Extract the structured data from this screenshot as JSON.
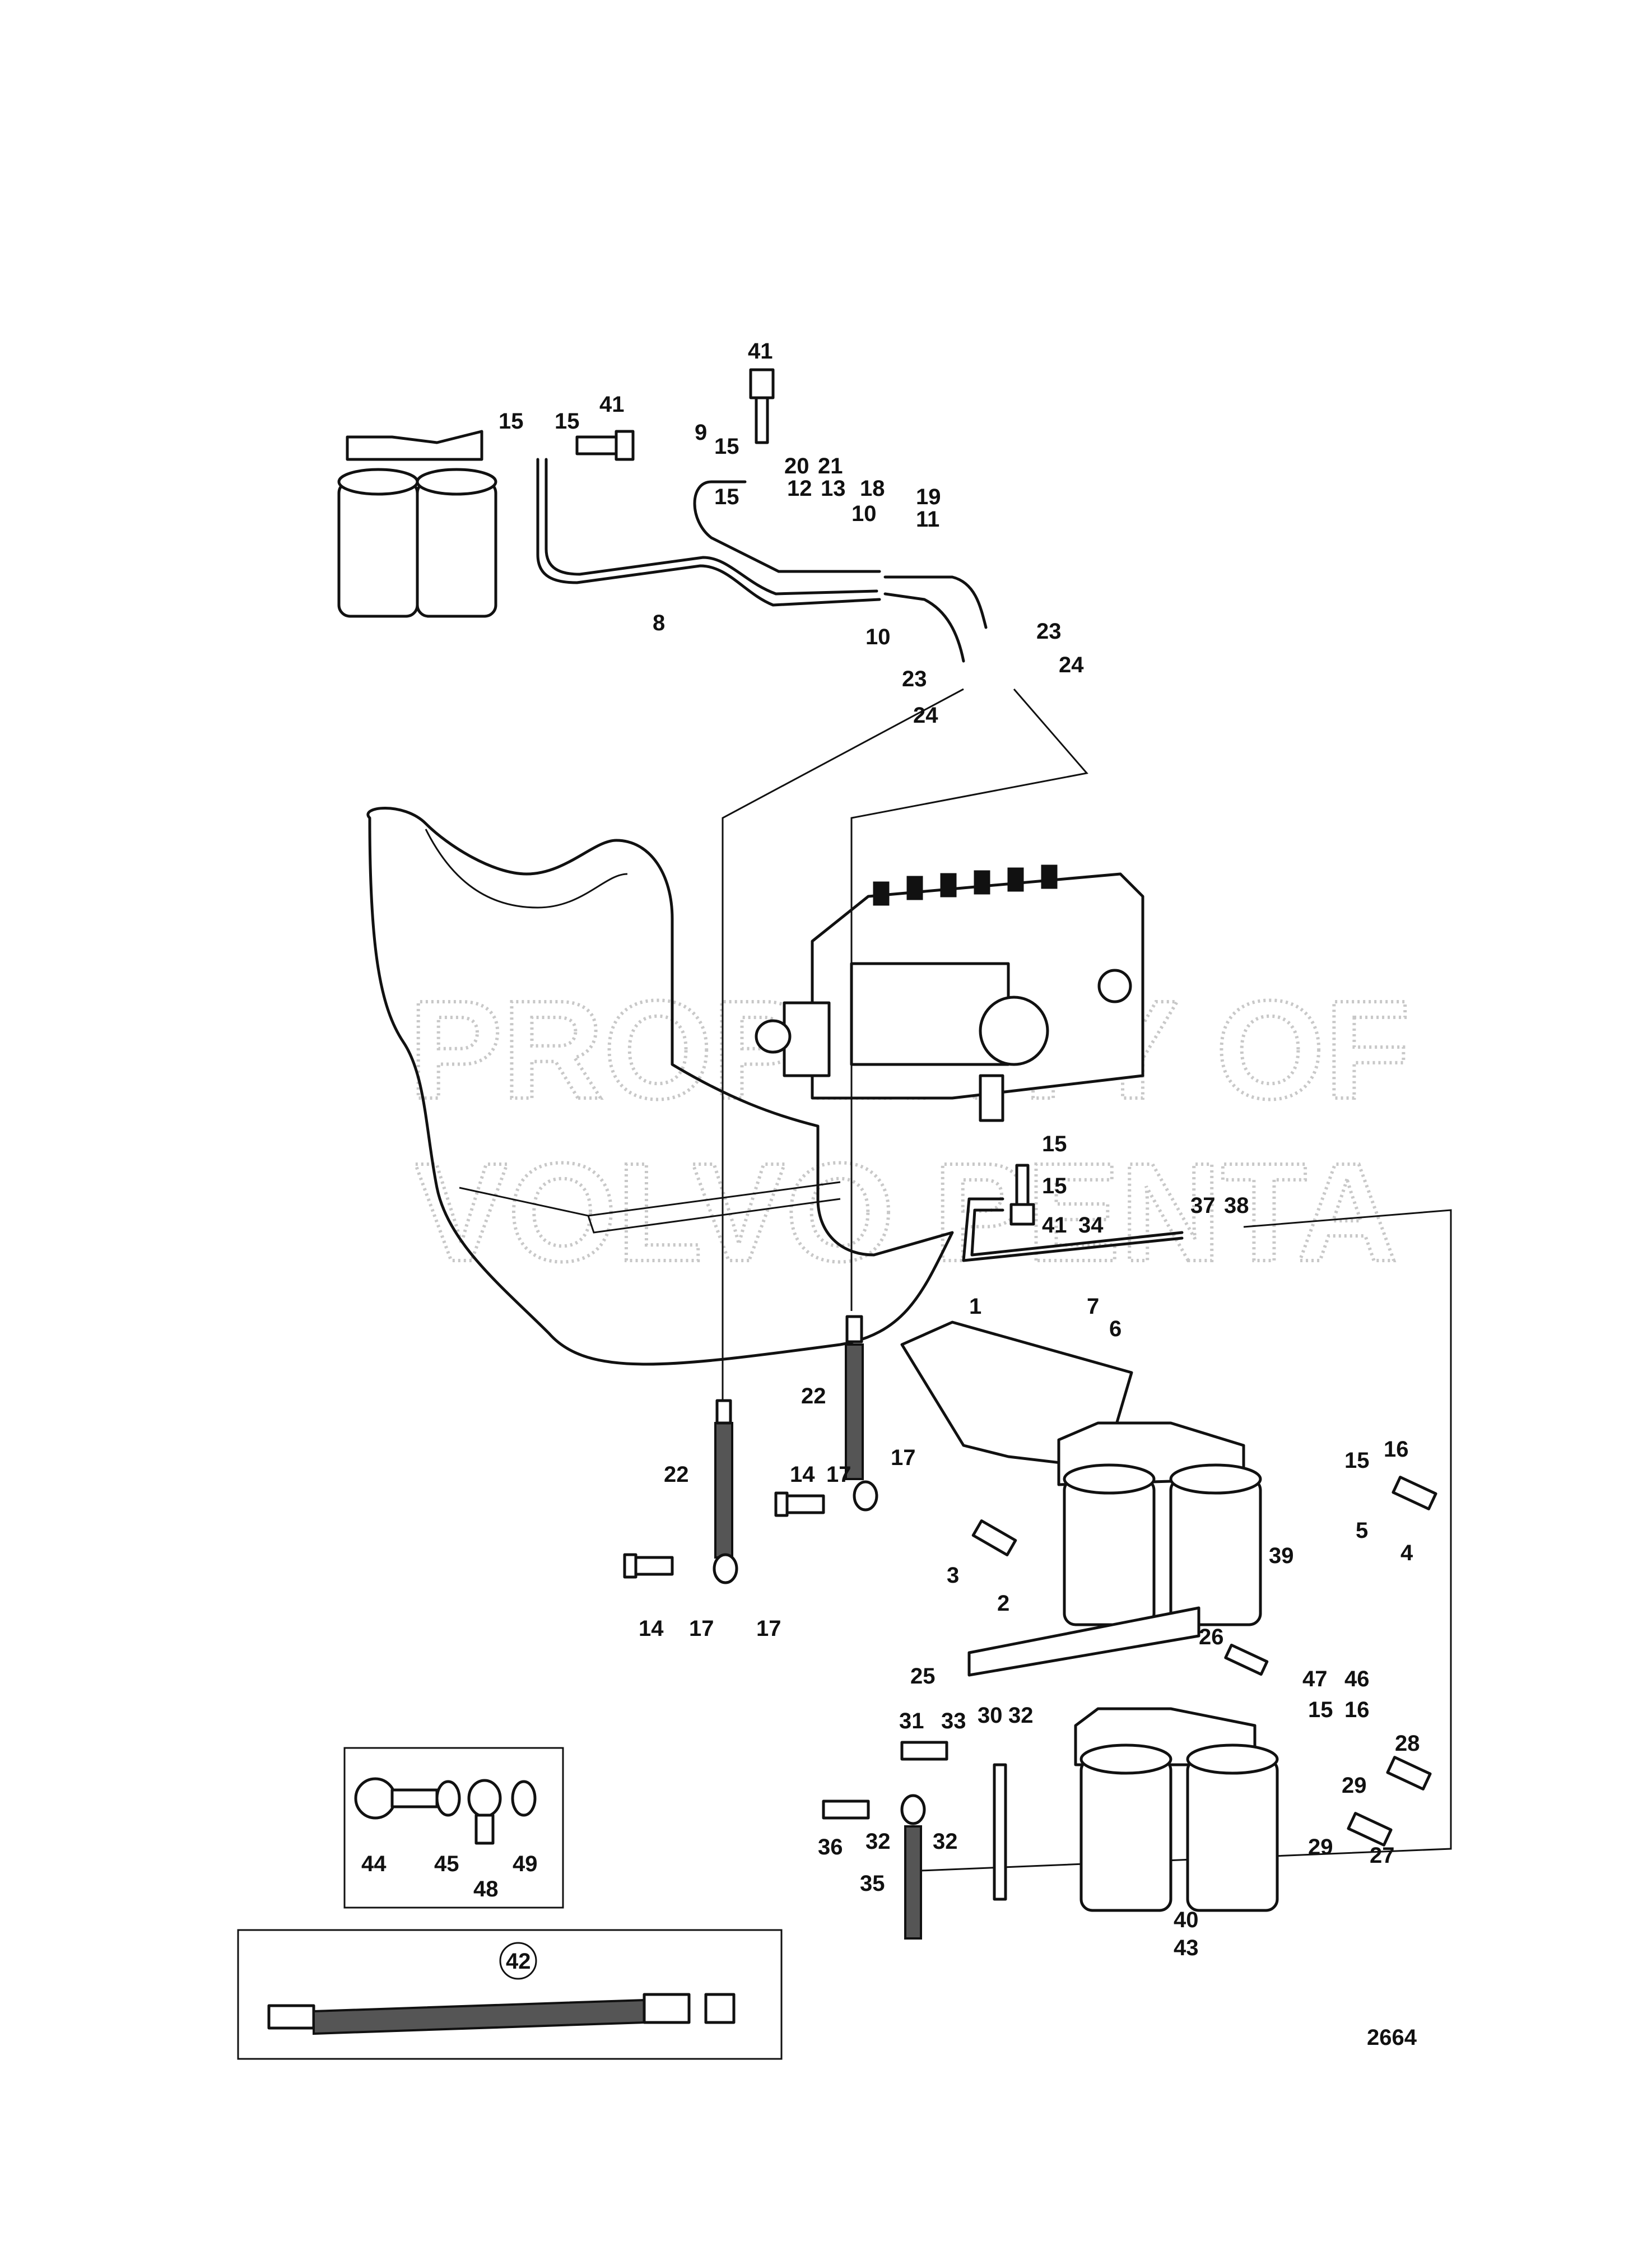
{
  "watermark": {
    "line1": "PROPERTY OF",
    "line2": "VOLVO PENTA"
  },
  "drawing_number": "2664",
  "inset_label": "42",
  "callouts": [
    {
      "id": "c41a",
      "text": "41"
    },
    {
      "id": "c15a",
      "text": "15"
    },
    {
      "id": "c15b",
      "text": "15"
    },
    {
      "id": "c41b",
      "text": "41"
    },
    {
      "id": "c9",
      "text": "9"
    },
    {
      "id": "c15c",
      "text": "15"
    },
    {
      "id": "c15d",
      "text": "15"
    },
    {
      "id": "c20",
      "text": "20"
    },
    {
      "id": "c21",
      "text": "21"
    },
    {
      "id": "c12",
      "text": "12"
    },
    {
      "id": "c13",
      "text": "13"
    },
    {
      "id": "c18",
      "text": "18"
    },
    {
      "id": "c10a",
      "text": "10"
    },
    {
      "id": "c19",
      "text": "19"
    },
    {
      "id": "c11",
      "text": "11"
    },
    {
      "id": "c8",
      "text": "8"
    },
    {
      "id": "c10b",
      "text": "10"
    },
    {
      "id": "c23a",
      "text": "23"
    },
    {
      "id": "c24a",
      "text": "24"
    },
    {
      "id": "c23b",
      "text": "23"
    },
    {
      "id": "c24b",
      "text": "24"
    },
    {
      "id": "c15e",
      "text": "15"
    },
    {
      "id": "c15f",
      "text": "15"
    },
    {
      "id": "c41c",
      "text": "41"
    },
    {
      "id": "c34",
      "text": "34"
    },
    {
      "id": "c37",
      "text": "37"
    },
    {
      "id": "c38",
      "text": "38"
    },
    {
      "id": "c7",
      "text": "7"
    },
    {
      "id": "c6",
      "text": "6"
    },
    {
      "id": "c1",
      "text": "1"
    },
    {
      "id": "c22a",
      "text": "22"
    },
    {
      "id": "c22b",
      "text": "22"
    },
    {
      "id": "c14a",
      "text": "14"
    },
    {
      "id": "c17a",
      "text": "17"
    },
    {
      "id": "c17b",
      "text": "17"
    },
    {
      "id": "c15g",
      "text": "15"
    },
    {
      "id": "c16a",
      "text": "16"
    },
    {
      "id": "c5",
      "text": "5"
    },
    {
      "id": "c4",
      "text": "4"
    },
    {
      "id": "c3",
      "text": "3"
    },
    {
      "id": "c2",
      "text": "2"
    },
    {
      "id": "c39",
      "text": "39"
    },
    {
      "id": "c14b",
      "text": "14"
    },
    {
      "id": "c17c",
      "text": "17"
    },
    {
      "id": "c17d",
      "text": "17"
    },
    {
      "id": "c25",
      "text": "25"
    },
    {
      "id": "c26",
      "text": "26"
    },
    {
      "id": "c47",
      "text": "47"
    },
    {
      "id": "c46",
      "text": "46"
    },
    {
      "id": "c15h",
      "text": "15"
    },
    {
      "id": "c16b",
      "text": "16"
    },
    {
      "id": "c31",
      "text": "31"
    },
    {
      "id": "c33",
      "text": "33"
    },
    {
      "id": "c30",
      "text": "30"
    },
    {
      "id": "c32a",
      "text": "32"
    },
    {
      "id": "c28",
      "text": "28"
    },
    {
      "id": "c29a",
      "text": "29"
    },
    {
      "id": "c36",
      "text": "36"
    },
    {
      "id": "c32b",
      "text": "32"
    },
    {
      "id": "c32c",
      "text": "32"
    },
    {
      "id": "c29b",
      "text": "29"
    },
    {
      "id": "c27",
      "text": "27"
    },
    {
      "id": "c35",
      "text": "35"
    },
    {
      "id": "c40",
      "text": "40"
    },
    {
      "id": "c43",
      "text": "43"
    },
    {
      "id": "c44",
      "text": "44"
    },
    {
      "id": "c45",
      "text": "45"
    },
    {
      "id": "c48",
      "text": "48"
    },
    {
      "id": "c49",
      "text": "49"
    }
  ]
}
